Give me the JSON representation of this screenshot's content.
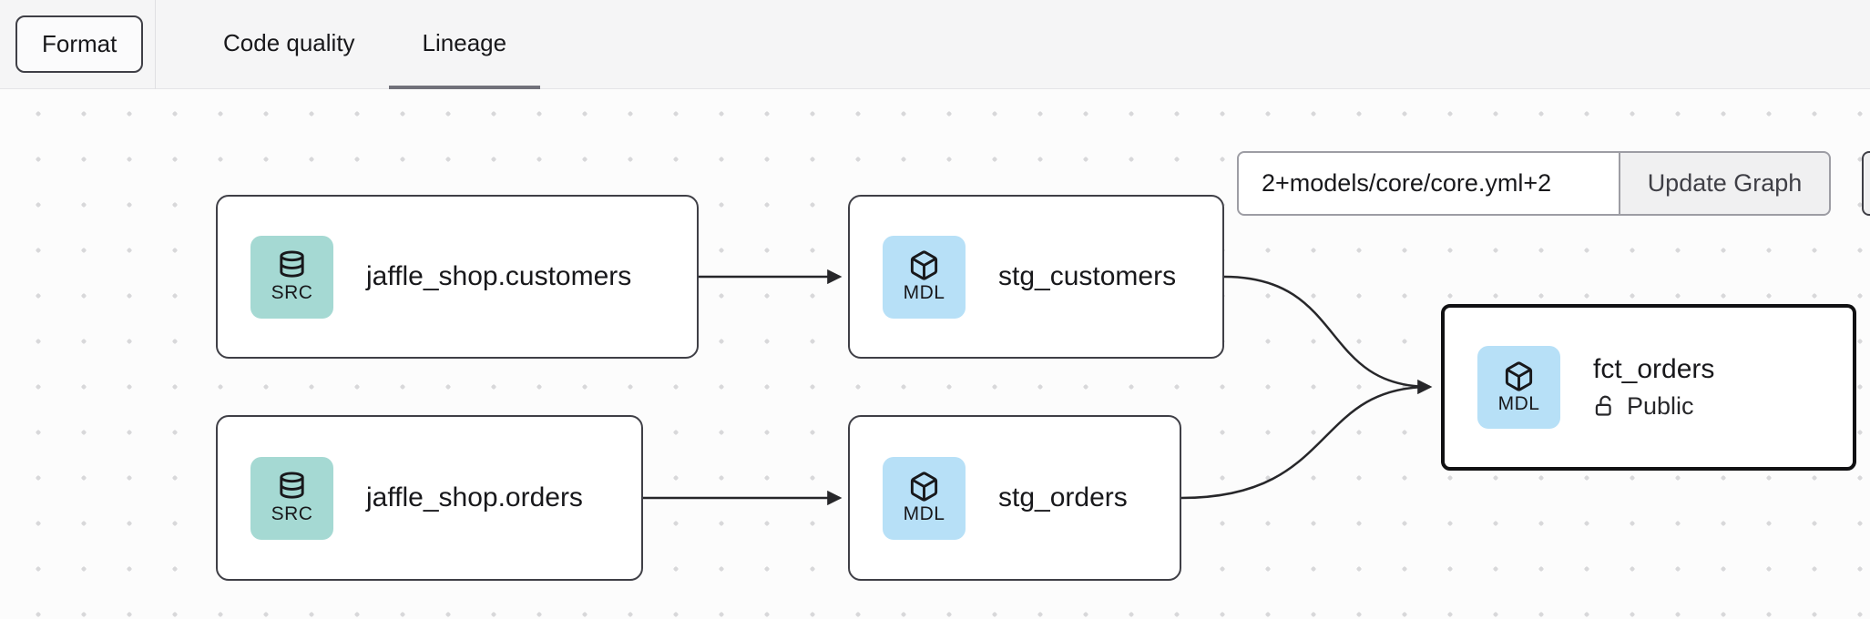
{
  "toolbar": {
    "format_button": "Format",
    "tabs": [
      {
        "label": "Code quality",
        "active": false
      },
      {
        "label": "Lineage",
        "active": true
      }
    ]
  },
  "graph_controls": {
    "selector_value": "2+models/core/core.yml+2",
    "update_button": "Update Graph"
  },
  "lineage": {
    "nodes": [
      {
        "badge": "SRC",
        "label": "jaffle_shop.customers",
        "selected": false
      },
      {
        "badge": "MDL",
        "label": "stg_customers",
        "selected": false
      },
      {
        "badge": "SRC",
        "label": "jaffle_shop.orders",
        "selected": false
      },
      {
        "badge": "MDL",
        "label": "stg_orders",
        "selected": false
      },
      {
        "badge": "MDL",
        "label": "fct_orders",
        "access": "Public",
        "selected": true
      }
    ],
    "edges": [
      {
        "from": "jaffle_shop.customers",
        "to": "stg_customers"
      },
      {
        "from": "jaffle_shop.orders",
        "to": "stg_orders"
      },
      {
        "from": "stg_customers",
        "to": "fct_orders"
      },
      {
        "from": "stg_orders",
        "to": "fct_orders"
      }
    ]
  },
  "colors": {
    "src_badge_bg": "#a5d9d3",
    "mdl_badge_bg": "#b7e0f7",
    "topbar_bg": "#f5f5f6",
    "canvas_bg": "#fcfcfc",
    "node_border": "#3f3f46",
    "selected_node_border": "#111113",
    "active_tab_underline": "#71717a",
    "edge_stroke": "#27272a"
  }
}
